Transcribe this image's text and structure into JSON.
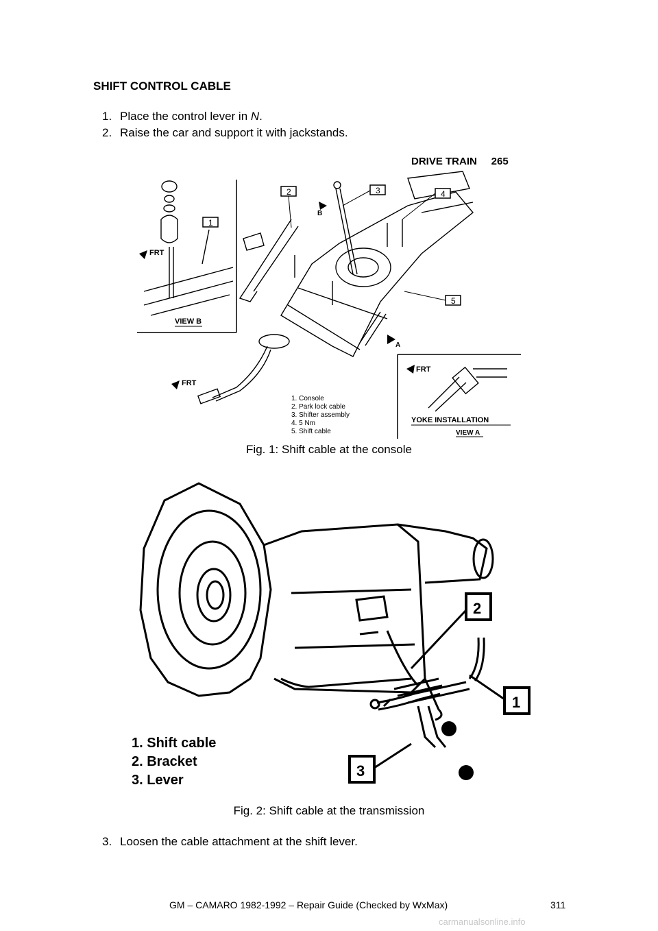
{
  "section": {
    "title": "SHIFT CONTROL CABLE"
  },
  "steps": [
    {
      "num": "1.",
      "text_before": "Place the control lever in ",
      "text_emph": "N",
      "text_after": "."
    },
    {
      "num": "2.",
      "text": "Raise the car and support it with jackstands."
    },
    {
      "num": "3.",
      "text": "Loosen the cable attachment at the shift lever."
    }
  ],
  "figure1": {
    "header": "DRIVE TRAIN     265",
    "callouts": [
      "1",
      "2",
      "3",
      "4",
      "5"
    ],
    "view_b_label": "VIEW B",
    "view_a_title": "YOKE INSTALLATION",
    "view_a_label": "VIEW A",
    "frt_label": "FRT",
    "arrow_a": "A",
    "arrow_b": "B",
    "legend": [
      "1. Console",
      "2. Park lock cable",
      "3. Shifter assembly",
      "4. 5 Nm",
      "5. Shift cable"
    ],
    "caption": "Fig. 1: Shift cable at the console"
  },
  "figure2": {
    "callouts": [
      "1",
      "2",
      "3"
    ],
    "legend": [
      "1. Shift cable",
      "2. Bracket",
      "3. Lever"
    ],
    "caption": "Fig. 2: Shift cable at the transmission"
  },
  "footer": {
    "text": "GM – CAMARO 1982-1992 – Repair Guide (Checked by WxMax)",
    "page": "311",
    "watermark": "carmanualsonline.info"
  }
}
